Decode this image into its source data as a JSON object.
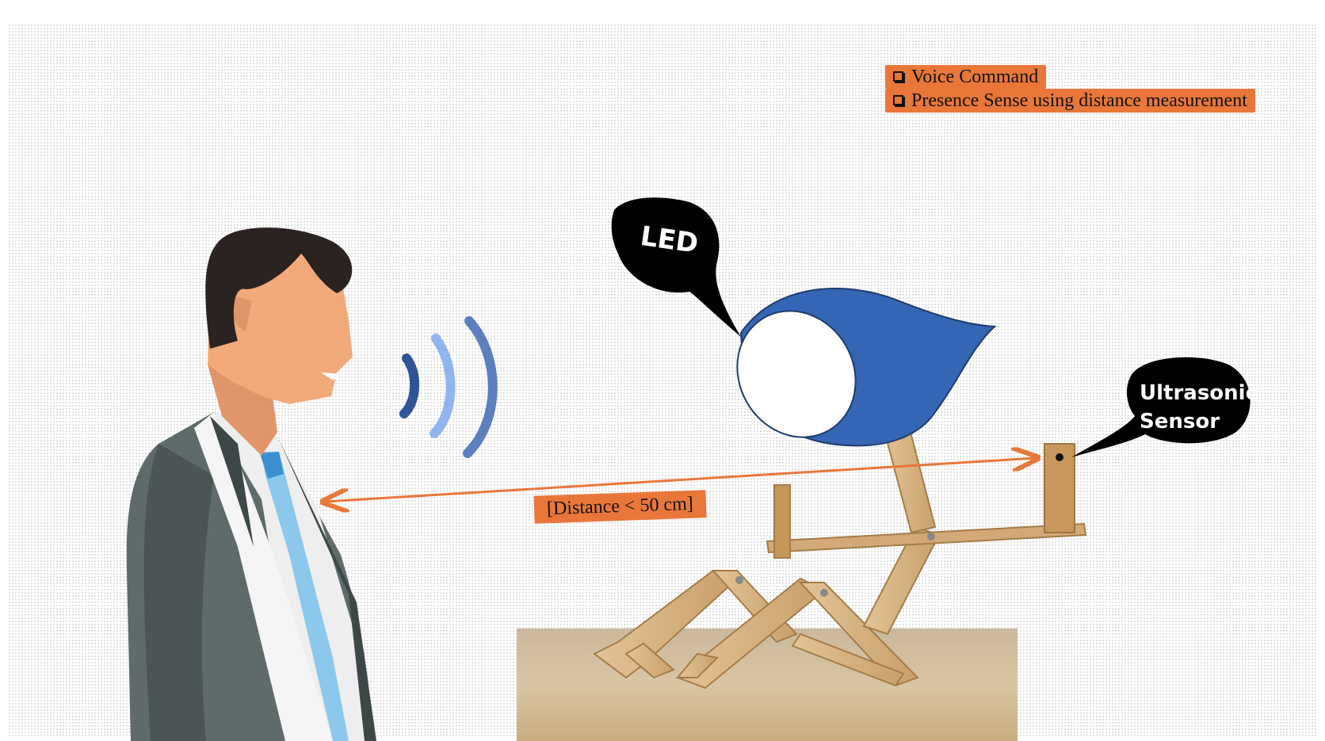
{
  "legend": {
    "items": [
      "Voice Command",
      "Presence Sense using distance measurement"
    ]
  },
  "callouts": {
    "led": "LED",
    "sensor_line1": "Ultrasonic",
    "sensor_line2": "Sensor"
  },
  "distance": {
    "label": "[Distance < 50 cm]"
  },
  "colors": {
    "accent": "#e9773a",
    "lamp_shade": "#3566b5",
    "callout_bg": "#000000",
    "wave_dark": "#2f5597",
    "wave_light": "#8fb4f0",
    "wave_mid": "#5b7fbf",
    "wood": "#d4b083"
  },
  "icons": [
    "person-speaking",
    "sound-waves-icon",
    "desk-lamp",
    "checkbox-icon"
  ]
}
